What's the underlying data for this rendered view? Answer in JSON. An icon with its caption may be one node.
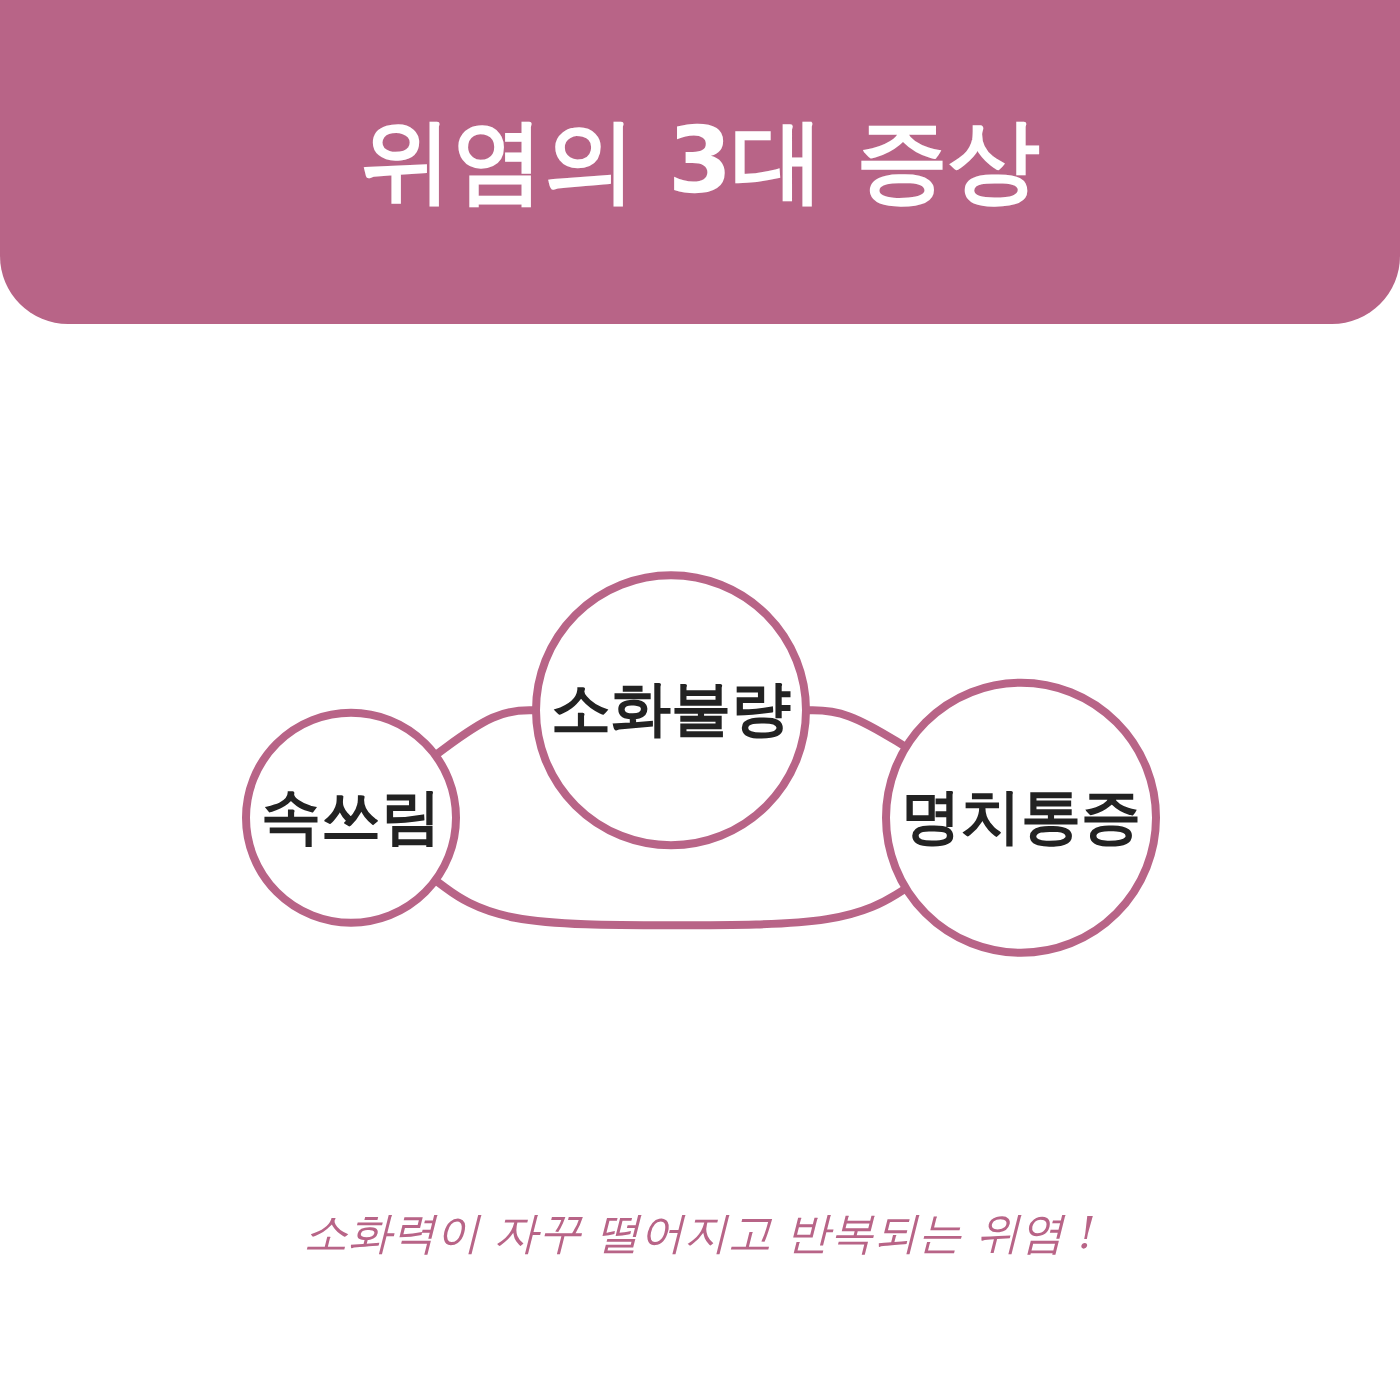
{
  "diagram": {
    "title": "위염의 3대 증상",
    "caption": "소화력이 자꾸 떨어지고 반복되는 위염 !",
    "nodes": [
      {
        "text": [
          "소화불량"
        ]
      },
      {
        "text": [
          "속쓰림"
        ]
      },
      {
        "text": [
          "명치통증"
        ]
      }
    ],
    "edges": [
      {
        "from": 1,
        "to": 0,
        "arrow": "none"
      },
      {
        "from": 0,
        "to": 2,
        "arrow": "none"
      },
      {
        "from": 1,
        "to": 2,
        "arrow": "none"
      }
    ]
  }
}
